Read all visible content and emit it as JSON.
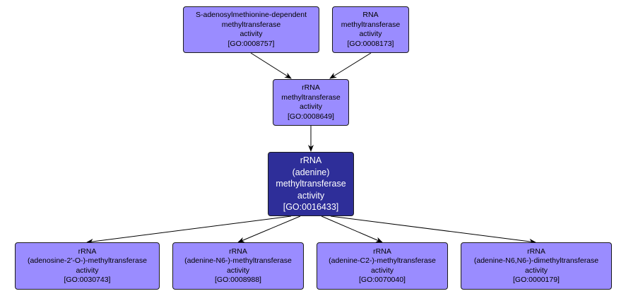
{
  "diagram": {
    "type": "GO term hierarchy graph",
    "colors": {
      "node_fill": "#9a8cff",
      "focus_node_fill": "#2e2e99",
      "focus_node_text": "#ffffff",
      "node_text": "#000000",
      "edge": "#000000",
      "background": "#ffffff"
    },
    "nodes": {
      "top_left": {
        "id": "GO:0008757",
        "lines": [
          "S-adenosylmethionine-dependent",
          "methyltransferase",
          "activity",
          "[GO:0008757]"
        ]
      },
      "top_right": {
        "id": "GO:0008173",
        "lines": [
          "RNA",
          "methyltransferase",
          "activity",
          "[GO:0008173]"
        ]
      },
      "mid": {
        "id": "GO:0008649",
        "lines": [
          "rRNA",
          "methyltransferase",
          "activity",
          "[GO:0008649]"
        ]
      },
      "main": {
        "id": "GO:0016433",
        "lines": [
          "rRNA",
          "(adenine)",
          "methyltransferase",
          "activity",
          "[GO:0016433]"
        ]
      },
      "b1": {
        "id": "GO:0030743",
        "lines": [
          "rRNA",
          "(adenosine-2'-O-)-methyltransferase",
          "activity",
          "[GO:0030743]"
        ]
      },
      "b2": {
        "id": "GO:0008988",
        "lines": [
          "rRNA",
          "(adenine-N6-)-methyltransferase",
          "activity",
          "[GO:0008988]"
        ]
      },
      "b3": {
        "id": "GO:0070040",
        "lines": [
          "rRNA",
          "(adenine-C2-)-methyltransferase",
          "activity",
          "[GO:0070040]"
        ]
      },
      "b4": {
        "id": "GO:0000179",
        "lines": [
          "rRNA",
          "(adenine-N6,N6-)-dimethyltransferase",
          "activity",
          "[GO:0000179]"
        ]
      }
    },
    "edges": [
      {
        "from": "top_left",
        "to": "mid"
      },
      {
        "from": "top_right",
        "to": "mid"
      },
      {
        "from": "mid",
        "to": "main"
      },
      {
        "from": "main",
        "to": "b1"
      },
      {
        "from": "main",
        "to": "b2"
      },
      {
        "from": "main",
        "to": "b3"
      },
      {
        "from": "main",
        "to": "b4"
      }
    ]
  }
}
